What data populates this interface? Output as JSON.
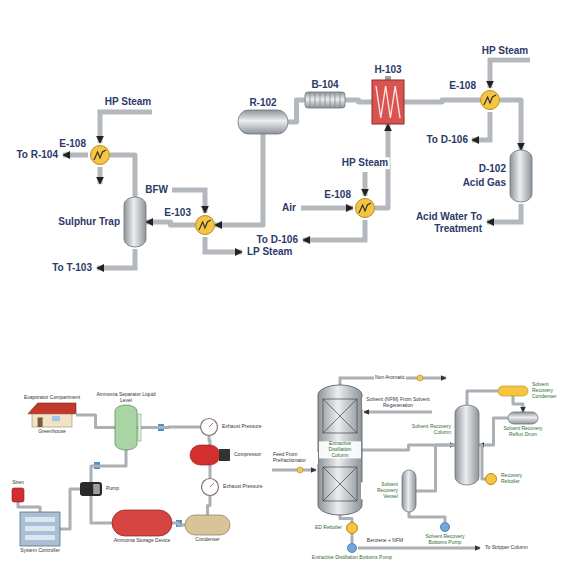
{
  "diagram": {
    "nodes": [
      {
        "text": [
          "E-108"
        ]
      },
      {
        "text": [
          "Sulphur Trap"
        ]
      },
      {
        "text": [
          "E-103"
        ]
      },
      {
        "text": [
          "R-102"
        ]
      },
      {
        "text": [
          "B-104"
        ]
      },
      {
        "text": [
          "H-103"
        ]
      },
      {
        "text": [
          "E-108"
        ]
      },
      {
        "text": [
          "D-102",
          "Acid Gas"
        ]
      },
      {
        "text": [
          "E-108"
        ]
      },
      {
        "text": [
          "Evaporator Compartment",
          "Greenhouse"
        ]
      },
      {
        "text": [
          "Ammonia Separator Liquid Level"
        ]
      },
      {
        "text": [
          "Exhaust Pressure"
        ]
      },
      {
        "text": [
          "Compressor"
        ]
      },
      {
        "text": [
          "Siren"
        ]
      },
      {
        "text": [
          "Pump"
        ]
      },
      {
        "text": [
          "Exhaust Pressure"
        ]
      },
      {
        "text": [
          "System Controller"
        ]
      },
      {
        "text": [
          "Ammonia Storage Device"
        ]
      },
      {
        "text": [
          "Condenser"
        ]
      },
      {
        "text": [
          "Extractive Distillation Column"
        ]
      },
      {
        "text": [
          "Solvent Recovery Column"
        ]
      },
      {
        "text": [
          "Solvent Recovery Condenser"
        ]
      },
      {
        "text": [
          "Solvent Recovery Reflux Drum"
        ]
      },
      {
        "text": [
          "Solvent Recovery Vessel"
        ]
      },
      {
        "text": [
          "Recovery Reboiler"
        ]
      },
      {
        "text": [
          "ED Reboiler"
        ]
      },
      {
        "text": [
          "Extractive Distillation Bottoms Pump"
        ]
      },
      {
        "text": [
          "Solvent Recovery Bottoms Pump"
        ]
      }
    ],
    "edges": [
      {
        "from": 0,
        "to": 1,
        "arrow": "none"
      },
      {
        "from": 2,
        "to": 1,
        "arrow": "to"
      },
      {
        "from": 3,
        "to": 2,
        "arrow": "to"
      },
      {
        "from": 3,
        "to": 4,
        "arrow": "none"
      },
      {
        "from": 4,
        "to": 5,
        "arrow": "none"
      },
      {
        "from": 5,
        "to": 6,
        "arrow": "none"
      },
      {
        "from": 6,
        "to": 7,
        "arrow": "to"
      },
      {
        "from": 8,
        "to": 5,
        "arrow": "to"
      },
      {
        "from": 9,
        "to": 10,
        "arrow": "none"
      },
      {
        "from": 10,
        "to": 11,
        "arrow": "none"
      },
      {
        "from": 11,
        "to": 12,
        "arrow": "none"
      },
      {
        "from": 12,
        "to": 15,
        "arrow": "none"
      },
      {
        "from": 15,
        "to": 18,
        "arrow": "none"
      },
      {
        "from": 18,
        "to": 17,
        "arrow": "none"
      },
      {
        "from": 17,
        "to": 14,
        "arrow": "none"
      },
      {
        "from": 16,
        "to": 14,
        "arrow": "none"
      },
      {
        "from": 13,
        "to": 16,
        "arrow": "none"
      },
      {
        "from": 10,
        "to": 14,
        "arrow": "none"
      },
      {
        "from": 19,
        "to": 20,
        "arrow": "to"
      },
      {
        "from": 20,
        "to": 21,
        "arrow": "none"
      },
      {
        "from": 21,
        "to": 22,
        "arrow": "to"
      },
      {
        "from": 22,
        "to": 20,
        "arrow": "to"
      },
      {
        "from": 20,
        "to": 24,
        "arrow": "none"
      },
      {
        "from": 20,
        "to": 23,
        "arrow": "none"
      },
      {
        "from": 23,
        "to": 27,
        "arrow": "none"
      },
      {
        "from": 19,
        "to": 25,
        "arrow": "none"
      },
      {
        "from": 25,
        "to": 26,
        "arrow": "none"
      }
    ],
    "labels": [
      "HP Steam",
      "To D-106",
      "Acid Water To Treatment",
      "HP Steam",
      "Air",
      "To D-106",
      "BFW",
      "LP Steam",
      "HP Steam",
      "To R-104",
      "To T-103",
      "Non Aromatic",
      "Solvent (NFM) From Solvent Regeneration",
      "Feed From Prefractionator",
      "Benzene + NFM",
      "To Stripper Column"
    ]
  }
}
